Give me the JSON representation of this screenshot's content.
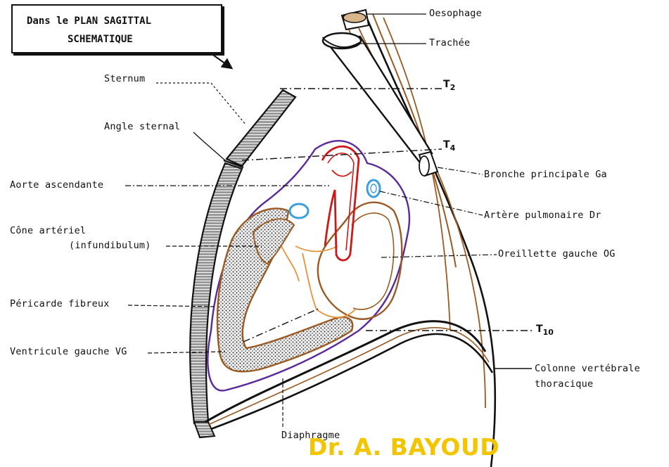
{
  "title": {
    "line1": "Dans le PLAN SAGITTAL",
    "line2": "SCHEMATIQUE"
  },
  "labels": {
    "oesophage": "Oesophage",
    "trachee": "Trachée",
    "sternum": "Sternum",
    "angle_sternal": "Angle sternal",
    "t2": "T",
    "t2_sub": "2",
    "t4": "T",
    "t4_sub": "4",
    "t10": "T",
    "t10_sub": "10",
    "bronche": "Bronche principale Ga",
    "aorte": "Aorte ascendante",
    "artere": "Artère pulmonaire Dr",
    "cone_line1": "Cône artériel",
    "cone_line2": "(infundibulum)",
    "oreillette": "Oreillette  gauche OG",
    "pericarde": "Péricarde fibreux",
    "ventricule": "Ventricule gauche VG",
    "colonne_line1": "Colonne vertébrale",
    "colonne_line2": "thoracique",
    "diaphragme": "Diaphragme"
  },
  "signature": "Dr. A. BAYOUD",
  "colors": {
    "ink": "#111111",
    "vessel_brown": "#9a5a22",
    "aorta_red": "#d01818",
    "pericardium_purple": "#5a2a9a",
    "pulmonary_blue": "#3a9ee0",
    "endocardium_orange": "#e8923a",
    "signature_yellow": "#f2c500"
  }
}
